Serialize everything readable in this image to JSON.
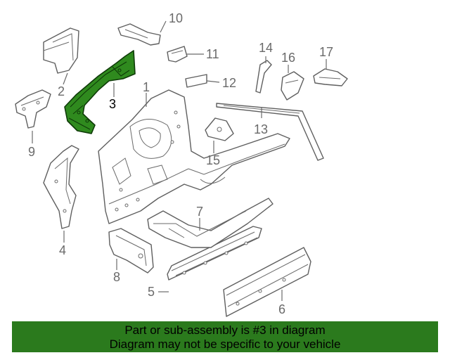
{
  "diagram": {
    "callouts": [
      {
        "id": "1",
        "label": "1"
      },
      {
        "id": "2",
        "label": "2"
      },
      {
        "id": "3",
        "label": "3"
      },
      {
        "id": "4",
        "label": "4"
      },
      {
        "id": "5",
        "label": "5"
      },
      {
        "id": "6",
        "label": "6"
      },
      {
        "id": "7",
        "label": "7"
      },
      {
        "id": "8",
        "label": "8"
      },
      {
        "id": "9",
        "label": "9"
      },
      {
        "id": "10",
        "label": "10"
      },
      {
        "id": "11",
        "label": "11"
      },
      {
        "id": "12",
        "label": "12"
      },
      {
        "id": "13",
        "label": "13"
      },
      {
        "id": "14",
        "label": "14"
      },
      {
        "id": "15",
        "label": "15"
      },
      {
        "id": "16",
        "label": "16"
      },
      {
        "id": "17",
        "label": "17"
      }
    ],
    "highlighted_part": "3",
    "highlight_color": "#2f8a1e",
    "line_color": "#5f5f5f"
  },
  "banner": {
    "line1": "Part or sub-assembly is #3 in diagram",
    "line2": "Diagram may not be specific to your vehicle",
    "background": "#2b7a1d"
  }
}
